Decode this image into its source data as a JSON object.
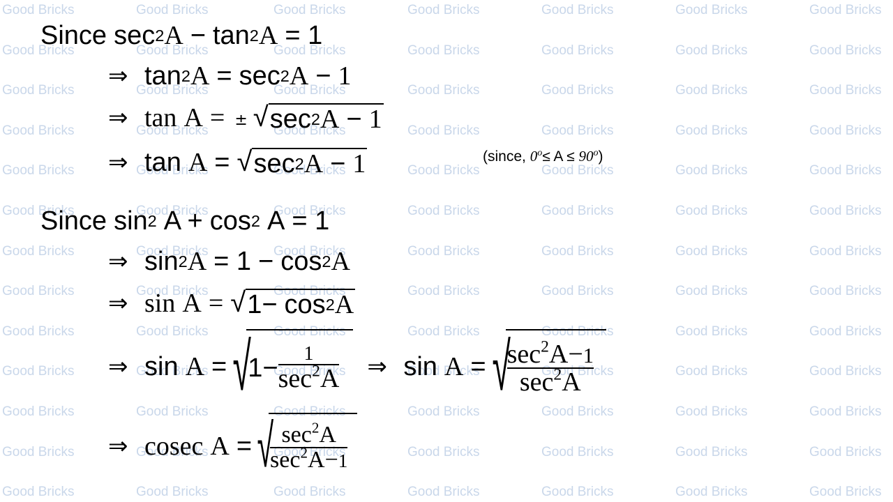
{
  "watermark": {
    "text": "Good Bricks",
    "color": "#c9d7ea"
  },
  "block1": {
    "line1": {
      "since": "Since",
      "lhs": "sec",
      "sq": "2",
      "a": "A",
      "op": "−",
      "t": "tan",
      "t_sq": "2",
      "t_a": "A",
      "eq": "= 1"
    },
    "line2": {
      "arrow": "⇒",
      "t": "tan",
      "sq": "2",
      "a": "A",
      "eq": "=",
      "s": "sec",
      "s_sq": "2",
      "s_a": "A",
      "op": "−",
      "one": "1"
    },
    "line3": {
      "arrow": "⇒",
      "t": "tan",
      "a": "A",
      "eq": "=",
      "pm": "±",
      "rad": "√",
      "s": "sec",
      "sq": "2",
      "s_a": "A",
      "op": "−",
      "one": "1"
    },
    "line4": {
      "arrow": "⇒",
      "t": "tan",
      "a": "A",
      "eq": "=",
      "rad": "√",
      "s": "sec",
      "sq": "2",
      "s_a": "A",
      "op": "−",
      "one": "1"
    },
    "note": {
      "open": "(since,",
      "zero": "0",
      "deg1": "o",
      "le1": "≤ A ≤",
      "ninety": "90",
      "deg2": "o",
      "close": ")"
    }
  },
  "block2": {
    "line1": {
      "since": "Since",
      "s": "sin",
      "sq": "2",
      "a": "A +",
      "c": "cos",
      "c_sq": "2",
      "c_a": "A",
      "eq": "= 1"
    },
    "line2": {
      "arrow": "⇒",
      "s": "sin",
      "sq": "2",
      "a": "A",
      "eq": "= 1",
      "op": "−",
      "c": "cos",
      "c_sq": "2",
      "c_a": "A"
    },
    "line3": {
      "arrow": "⇒",
      "s": "sin",
      "a": "A",
      "eq": "=",
      "rad": "√",
      "one": "1",
      "op": "−",
      "c": "cos",
      "c_sq": "2",
      "c_a": "A"
    },
    "line4": {
      "arrow": "⇒",
      "s": "sin",
      "a": "A",
      "eq": "=",
      "rad": "√",
      "one": "1",
      "op": "−",
      "frac_num": "1",
      "frac_den_sec": "sec",
      "frac_den_sq": "2",
      "frac_den_a": "A",
      "arrow2": "⇒",
      "s2": "sin",
      "a2": "A",
      "eq2": "=",
      "rad2": "√",
      "num_sec": "sec",
      "num_sq": "2",
      "num_a": "A",
      "num_op": "−",
      "num_one": "1",
      "den_sec": "sec",
      "den_sq": "2",
      "den_a": "A"
    },
    "line5": {
      "arrow": "⇒",
      "c": "cosec",
      "a": "A",
      "eq": "=",
      "rad": "√",
      "num_sec": "sec",
      "num_sq": "2",
      "num_a": "A",
      "den_sec": "sec",
      "den_sq": "2",
      "den_a": "A",
      "den_op": "−",
      "den_one": "1"
    }
  }
}
